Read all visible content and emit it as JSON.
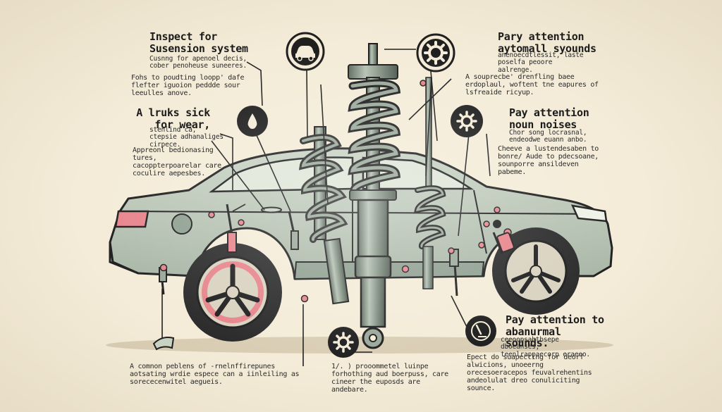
{
  "notes": {
    "inspect_heading": "Inspect for Susension system",
    "inspect_sub": "Cusnng for apenoel decis, cober penoheuse suneeres.",
    "inspect_body": "Fohs to poudting loopp' dafe flefter iguoion peddde sour leeulles anove.",
    "look_heading": "A lruks sick for wear,",
    "look_sub": "stenlind ca, ctepsie adhanaliges cirpece.",
    "look_body": "Appreonl bedionasing tures, cacoppterpoarelar care coculire aepesbes.",
    "pary_heading": "Pary attention aytomall syounds",
    "pary_sub": "anenoecdtlessit, laste poselfa peoore aalrenge.",
    "pary_body": "A souprecbe' drenfling baee erdoplaul, woftent tne eapures of lsfreaide ricyup.",
    "noises_heading": "Pay attention noun noises",
    "noises_sub": "Chor song locrasnal, endeodwe euann anbo.",
    "noises_body": "Cheeve a lustendesaben to bonre/ Aude to pdecsoane, sounporre ansildeven pabeme.",
    "abnormal_heading": "Pay attention to abanurmal sounds.",
    "abnormal_sub": "ceeoopsahtbsepe dboeanses, teenlrappaecorp eraeeo.",
    "bottom_left": "A comnon peblens of -rnelnffirepunes aotsating wrdie espece can a iinleiling as sorececenwitel aegueis.",
    "bottom_mid": "1/. ) prooommetel luinpe forhothing aud boerpuss, care cineer the euposds are andebare.",
    "bottom_right": "Epect do suapecting for deorf alwicions, unoeerng orecesoeracepos feuvalrehentins andeolulat dreo conuliciting sounce."
  },
  "icons": [
    "car-icon",
    "gear-icon",
    "drop-icon",
    "gear-icon",
    "gear-icon",
    "gauge-icon"
  ],
  "colors": {
    "background": "#f4ecd8",
    "car_body": "#b9c6b6",
    "car_shadow": "#8fa090",
    "outline": "#1f1f1f",
    "accent_pink": "#e8848c",
    "strut_metal": "#8c9a8c",
    "tire": "#2a2a2a",
    "rim": "#d9d2c0"
  }
}
